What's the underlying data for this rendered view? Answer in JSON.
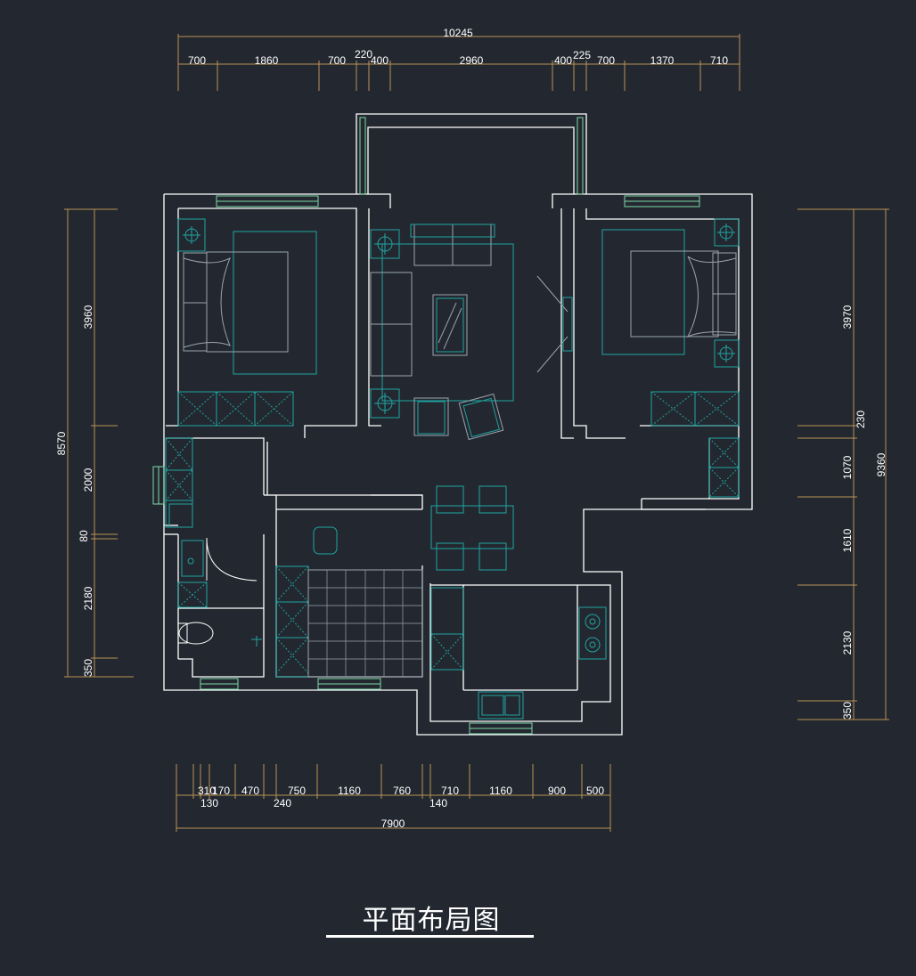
{
  "title": "平面布局图",
  "colors": {
    "background": "#232830",
    "wall": "#ffffff",
    "furniture": "#1fa3a0",
    "dimension_line": "#b89256",
    "window": "#7fd8a8"
  },
  "dimensions": {
    "top_total": "10245",
    "top_segments": [
      "700",
      "1860",
      "700",
      "220",
      "400",
      "2960",
      "400",
      "225",
      "700",
      "1370",
      "710"
    ],
    "left_total": "8570",
    "left_segments": [
      "3960",
      "2000",
      "80",
      "2180",
      "350"
    ],
    "right_total": "9360",
    "right_segments": [
      "3970",
      "230",
      "1070",
      "1610",
      "2130",
      "350"
    ],
    "bottom_total": "7900",
    "bottom_segments_upper": [
      "310",
      "170",
      "470",
      "750",
      "1160",
      "760",
      "710",
      "1160",
      "900",
      "500"
    ],
    "bottom_segments_lower": [
      "130",
      "240",
      "140"
    ]
  }
}
